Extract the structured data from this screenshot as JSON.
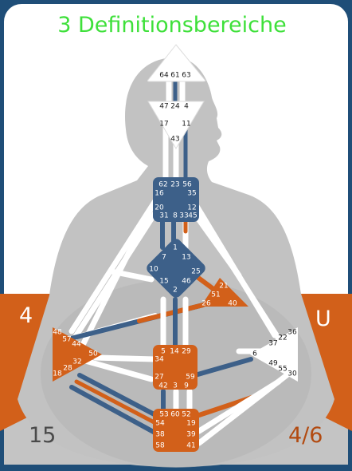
{
  "title": "3 Definitionsbereiche",
  "corners": {
    "top_left": "4",
    "top_right": "U",
    "bottom_left": "15",
    "bottom_right": "4/6"
  },
  "colors": {
    "frame": "#1f4e78",
    "body_bg": "#ffffff",
    "silhouette": "#c2c2c2",
    "defined_blue": "#3d6089",
    "defined_orange": "#d2601a",
    "undefined": "#ffffff",
    "title": "#3ee03a"
  },
  "centers": [
    {
      "id": "head",
      "fill": "white",
      "gates": [
        "64",
        "61",
        "63"
      ]
    },
    {
      "id": "ajna",
      "fill": "white",
      "gates": [
        "47",
        "24",
        "4",
        "17",
        "11",
        "43"
      ]
    },
    {
      "id": "throat",
      "fill": "blue",
      "gates": [
        "62",
        "23",
        "56",
        "16",
        "35",
        "20",
        "12",
        "31",
        "8",
        "33",
        "45"
      ]
    },
    {
      "id": "g",
      "fill": "blue",
      "gates": [
        "1",
        "7",
        "13",
        "10",
        "25",
        "15",
        "46",
        "2"
      ]
    },
    {
      "id": "heart",
      "fill": "orange",
      "gates": [
        "21",
        "51",
        "26",
        "40"
      ]
    },
    {
      "id": "spleen",
      "fill": "orange",
      "gates": [
        "48",
        "57",
        "44",
        "50",
        "32",
        "28",
        "18"
      ]
    },
    {
      "id": "solar-plexus",
      "fill": "white",
      "gates": [
        "36",
        "22",
        "37",
        "6",
        "49",
        "55",
        "30"
      ]
    },
    {
      "id": "sacral",
      "fill": "orange",
      "gates": [
        "5",
        "14",
        "29",
        "34",
        "27",
        "59",
        "42",
        "3",
        "9"
      ]
    },
    {
      "id": "root",
      "fill": "orange",
      "gates": [
        "53",
        "60",
        "52",
        "54",
        "19",
        "38",
        "39",
        "58",
        "41"
      ]
    }
  ]
}
